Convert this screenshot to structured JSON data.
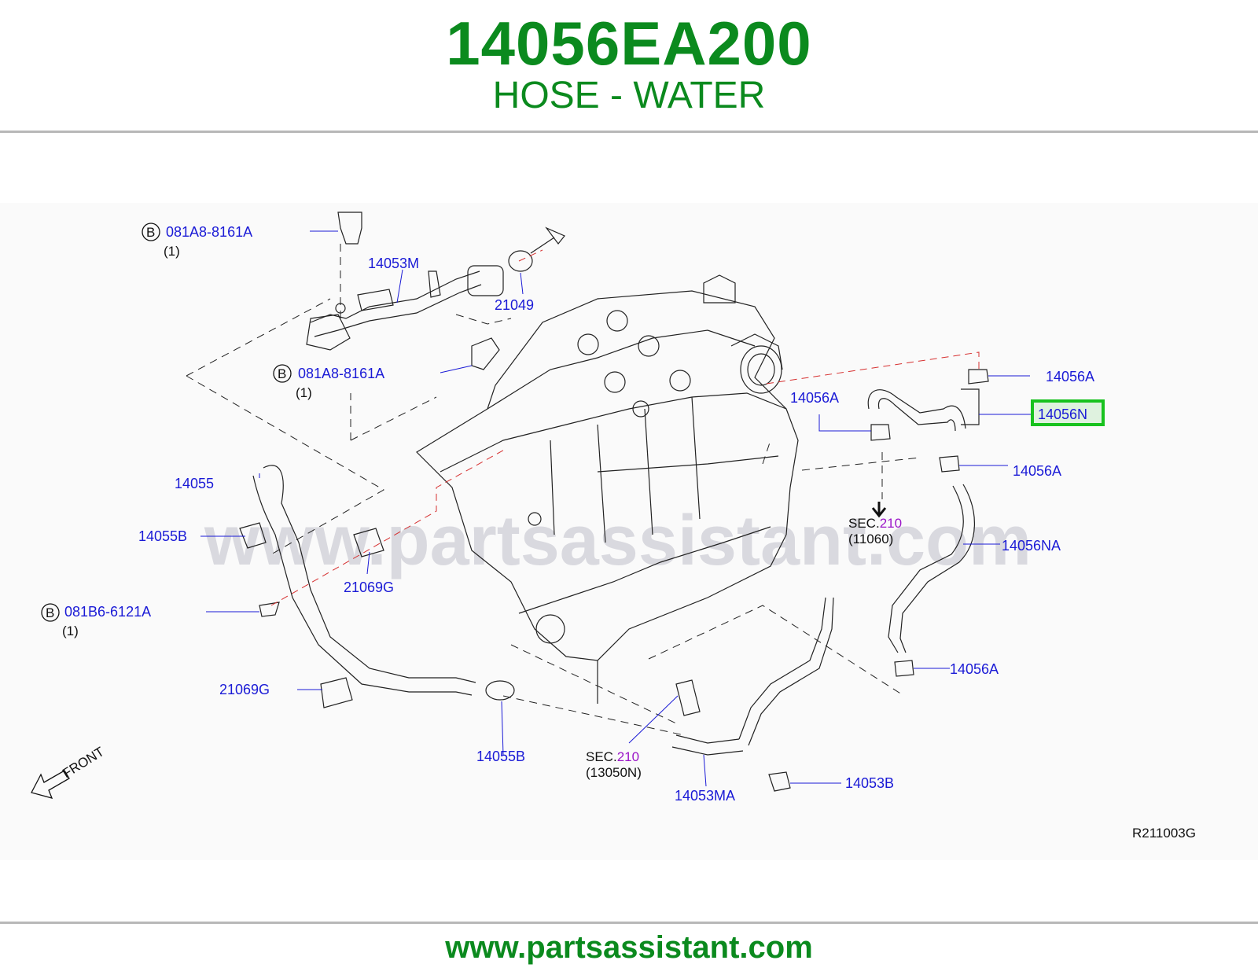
{
  "header": {
    "part_number": "14056EA200",
    "part_name": "HOSE - WATER"
  },
  "watermark": "www.partsassistant.com",
  "footer": {
    "url": "www.partsassistant.com"
  },
  "diagram": {
    "ref_code": "R211003G",
    "front_label": "FRONT",
    "sec_prefix": "SEC.",
    "labels": {
      "bolt_top": "081A8-8161A",
      "bolt_top_qty": "(1)",
      "pipe_upper": "14053M",
      "oring": "21049",
      "bolt_mid": "081A8-8161A",
      "bolt_mid_qty": "(1)",
      "hose_left": "14055",
      "clamp_left": "14055B",
      "clip_mid": "21069G",
      "bolt_low": "081B6-6121A",
      "bolt_low_qty": "(1)",
      "clip_low": "21069G",
      "clamp_bottom": "14055B",
      "sec_left_num": "210",
      "sec_left_ref": "(13050N)",
      "pipe_lower": "14053MA",
      "bolt_right": "14053B",
      "clamp_r1": "14056A",
      "hose_highlight": "14056N",
      "clamp_r2": "14056A",
      "clamp_r3": "14056A",
      "sec_right_num": "210",
      "sec_right_ref": "(11060)",
      "hose_na": "14056NA",
      "clamp_r4": "14056A",
      "b_marker": "B"
    }
  },
  "colors": {
    "brand_green": "#0b8a1e",
    "label_blue": "#1a1ad6",
    "sec_purple": "#9b16c8",
    "highlight_green": "#18c21e",
    "red_dash": "#d63030"
  }
}
